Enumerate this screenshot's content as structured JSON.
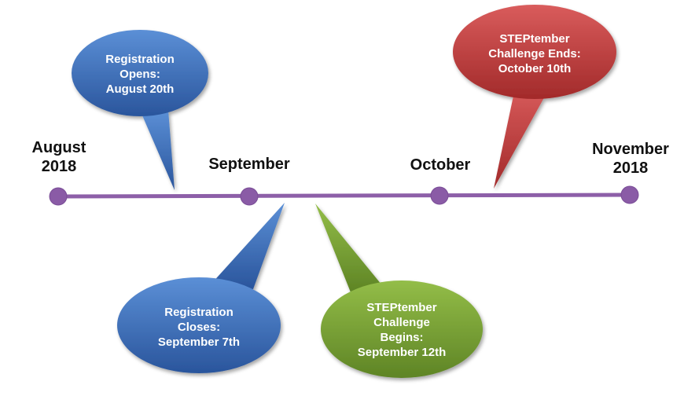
{
  "timeline": {
    "line_color": "#8d5fa8",
    "marker_color": "#8a5ba6",
    "markers": [
      {
        "lines": [
          "August",
          "2018"
        ]
      },
      {
        "lines": [
          "September"
        ]
      },
      {
        "lines": [
          "October"
        ]
      },
      {
        "lines": [
          "November",
          "2018"
        ]
      }
    ]
  },
  "callouts": [
    {
      "lines": [
        "Registration",
        "Opens:",
        "August 20th"
      ],
      "color": "#3b6fbd",
      "color_light": "#5b8fd6",
      "color_dark": "#2a559c"
    },
    {
      "lines": [
        "Registration",
        "Closes:",
        "September 7th"
      ],
      "color": "#3b6fbd",
      "color_light": "#5b8fd6",
      "color_dark": "#2a559c"
    },
    {
      "lines": [
        "STEPtember",
        "Challenge",
        "Begins:",
        "September 12th"
      ],
      "color": "#77a02f",
      "color_light": "#93bd48",
      "color_dark": "#5e8425"
    },
    {
      "lines": [
        "STEPtember",
        "Challenge Ends:",
        "October 10th"
      ],
      "color": "#c33a3a",
      "color_light": "#d95c5c",
      "color_dark": "#a22a2a"
    }
  ]
}
